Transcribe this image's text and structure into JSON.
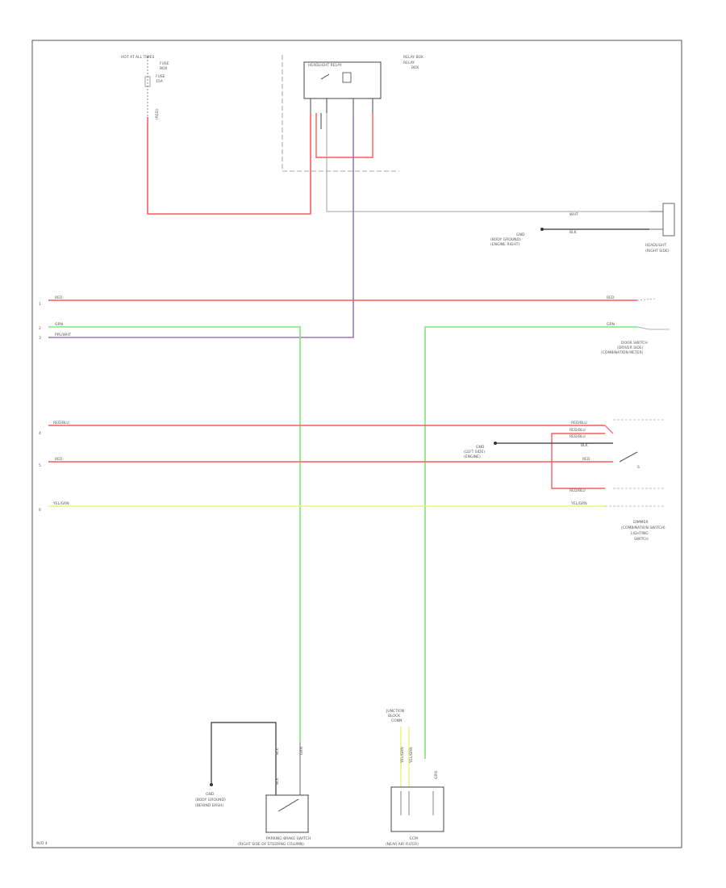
{
  "colors": {
    "red": "#ff5a5a",
    "green": "#7ae87a",
    "purple": "#9a7ab8",
    "yellow": "#f0f078",
    "gray": "#8a8a8a",
    "black": "#333333",
    "frame": "#555555"
  },
  "top_fuse": {
    "lines": [
      "HOT AT ALL TIMES",
      "FUSE",
      "BOX",
      "FUSE",
      "15A",
      "(RED)"
    ]
  },
  "relay_box": {
    "title": "RELAY BOX",
    "lines": [
      "RELAY",
      "BOX"
    ],
    "relay_label": "HEADLIGHT RELAY"
  },
  "right_top": {
    "wire1": "WHT",
    "wire2": "BLK",
    "ground_note": [
      "GND",
      "(BODY GROUND)",
      "(ENGINE RIGHT)"
    ],
    "component": [
      "HEADLIGHT",
      "(RIGHT SIDE)"
    ]
  },
  "rails": {
    "r1": {
      "num": "1",
      "left": "RED",
      "right": "RED"
    },
    "r2": {
      "num": "2",
      "left": "GRN"
    },
    "r3": {
      "num": "3",
      "left": "PPL/WHT"
    },
    "r4": {
      "num": "4",
      "left": "RED/BLU",
      "right": "RED/BLU"
    },
    "r5": {
      "num": "5",
      "left": "RED",
      "right": "RED"
    },
    "r6": {
      "num": "6",
      "left": "YEL/GRN",
      "right": "YEL/GRN"
    }
  },
  "right_mid": {
    "green_label": "GRN",
    "component": [
      "DOOR SWITCH",
      "(DRIVER SIDE)",
      "(COMBINATION METER)"
    ]
  },
  "right_low": {
    "wire_a": "RED/BLU",
    "wire_b": "RED/BLU",
    "wire_c": "BLK",
    "ground_note": [
      "GND",
      "(LEFT SIDE)",
      "(ENGINE)"
    ],
    "wire_d": "RED/BLU",
    "switch_mark": "S",
    "component": [
      "DIMMER",
      "(COMBINATION SWITCH)",
      "LIGHTING",
      "SWITCH"
    ]
  },
  "bottom": {
    "ground": {
      "wire": "BLK",
      "lines": [
        "GND",
        "(BODY GROUND)",
        "(BEHIND DASH)"
      ]
    },
    "switch": {
      "wire1": "BLK",
      "wire2": "GRN",
      "label": "PARKING BRAKE SWITCH",
      "sub": "(RIGHT SIDE OF STEERING COLUMN)"
    },
    "jb": {
      "header": [
        "JUNCTION",
        "BLOCK",
        "CONN"
      ],
      "w1": "YEL/GRN",
      "w2": "YEL/GRN",
      "w3": "GRN",
      "label": "ECM",
      "sub": "(NEAR AIR FILTER)"
    }
  },
  "footer": {
    "code": "W/D 4"
  }
}
